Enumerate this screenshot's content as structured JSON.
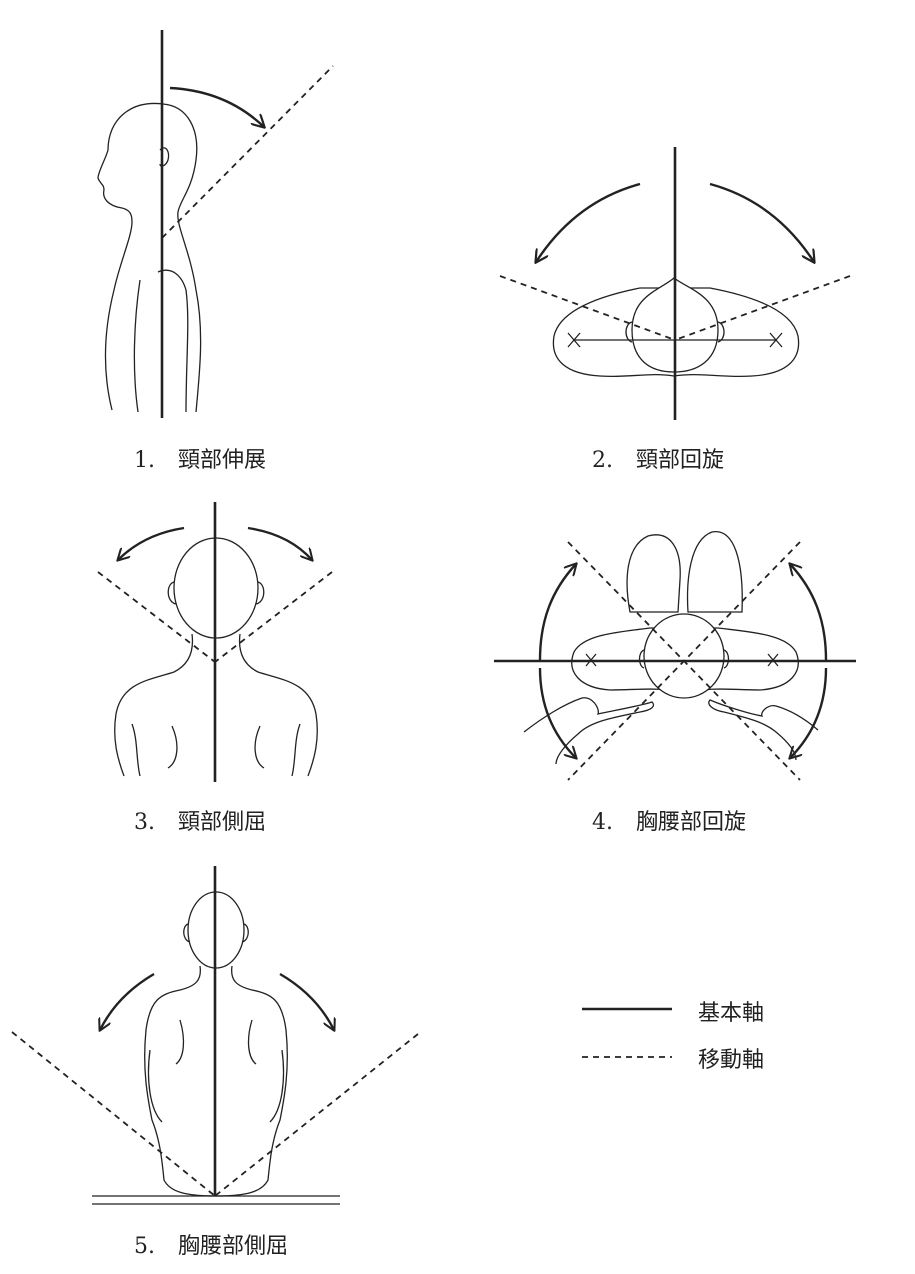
{
  "figures": [
    {
      "num": "1.",
      "label": "頸部伸展"
    },
    {
      "num": "2.",
      "label": "頸部回旋"
    },
    {
      "num": "3.",
      "label": "頸部側屈"
    },
    {
      "num": "4.",
      "label": "胸腰部回旋"
    },
    {
      "num": "5.",
      "label": "胸腰部側屈"
    }
  ],
  "legend": {
    "basic_axis": "基本軸",
    "moving_axis": "移動軸"
  }
}
